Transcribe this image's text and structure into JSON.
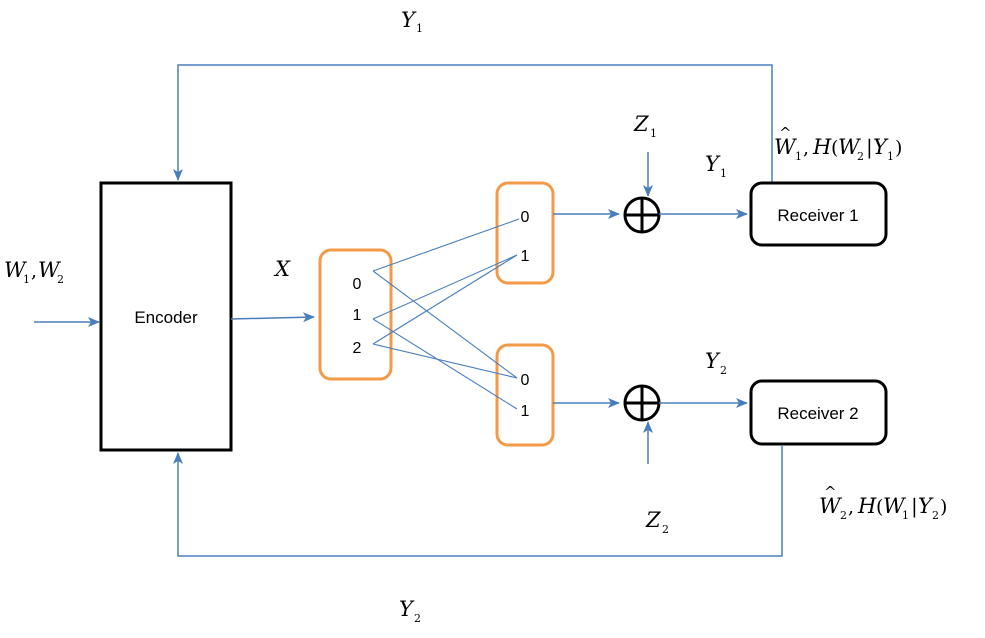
{
  "encoder": {
    "label": "Encoder"
  },
  "receiver1": {
    "label": "Receiver 1"
  },
  "receiver2": {
    "label": "Receiver 2"
  },
  "input_alphabet": [
    "0",
    "1",
    "2"
  ],
  "output1_alphabet": [
    "0",
    "1"
  ],
  "output2_alphabet": [
    "0",
    "1"
  ],
  "symbols": {
    "x": "X",
    "w": "W",
    "y": "Y",
    "z": "Z",
    "h": "H",
    "hat": "^",
    "one": "1",
    "two": "2",
    "comma": ",",
    "lparen": "(",
    "rparen": ")",
    "bar": "|"
  }
}
